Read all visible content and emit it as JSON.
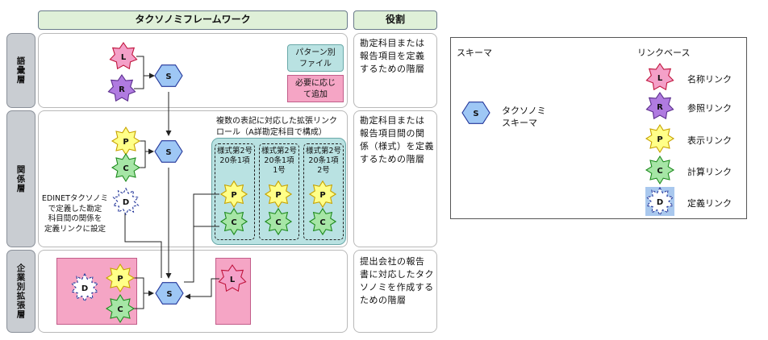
{
  "header": {
    "framework_title": "タクソノミフレームワーク",
    "role_title": "役割"
  },
  "lanes": {
    "vocab": "語彙層",
    "relation": "関係層",
    "company": "企業別拡張層"
  },
  "roles": {
    "vocab": [
      "勘定科目または",
      "報告項目を定義",
      "するための階層"
    ],
    "relation": [
      "勘定科目または",
      "報告項目間の関",
      "係（様式）を定義",
      "するための階層"
    ],
    "company": [
      "提出会社の報告",
      "書に対応したタク",
      "ソノミを作成する",
      "ための階層"
    ]
  },
  "key_boxes": {
    "pattern_file": [
      "パターン別",
      "ファイル"
    ],
    "as_needed": [
      "必要に応じ",
      "て追加"
    ]
  },
  "notes": {
    "extended_links": [
      "複数の表記に対応した拡張リンク",
      "ロール（A詳勘定科目で構成）"
    ],
    "edinet": [
      "EDINETタクソノミ",
      "で定義した勘定",
      "科目間の関係を",
      "定義リンクに設定"
    ]
  },
  "forms": [
    [
      "様式第2号",
      "20条1項"
    ],
    [
      "様式第2号",
      "20条1項",
      "1号"
    ],
    [
      "様式第2号",
      "20条1項",
      "2号"
    ]
  ],
  "symbols": {
    "schema": "S",
    "label": "L",
    "reference": "R",
    "presentation": "P",
    "calculation": "C",
    "definition": "D"
  },
  "legend": {
    "schema_heading": "スキーマ",
    "linkbase_heading": "リンクベース",
    "schema_item": [
      "タクソノミ",
      "スキーマ"
    ],
    "items": [
      {
        "symbol": "L",
        "label": "名称リンク",
        "color": "#f4a0c8"
      },
      {
        "symbol": "R",
        "label": "参照リンク",
        "color": "#b07be0"
      },
      {
        "symbol": "P",
        "label": "表示リンク",
        "color": "#ffff88"
      },
      {
        "symbol": "C",
        "label": "計算リンク",
        "color": "#a6e6a6"
      },
      {
        "symbol": "D",
        "label": "定義リンク",
        "color": "#ffffff"
      }
    ]
  },
  "colors": {
    "schema_fill": "#9ec7f5",
    "teal_box": "#b9e2e2",
    "pink_box": "#f5a5c5",
    "header_fill": "#dff0d8"
  }
}
